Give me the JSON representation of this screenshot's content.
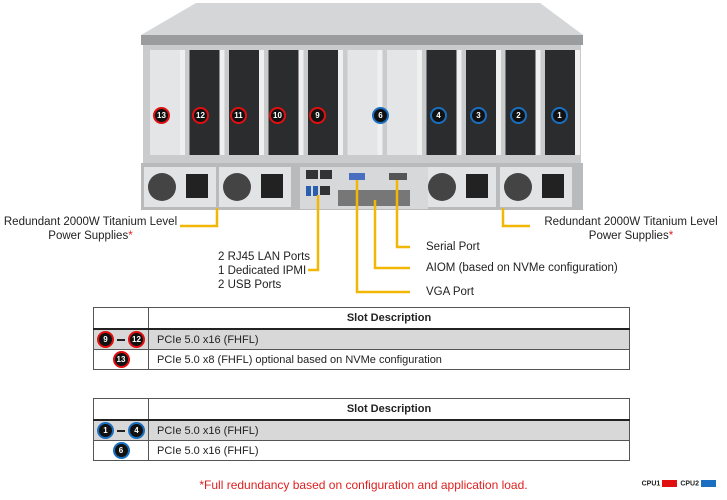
{
  "colors": {
    "cpu1": "#e01010",
    "cpu2": "#1a6fc0",
    "callout": "#f2b705"
  },
  "slots": [
    {
      "n": "13",
      "cpu": 1
    },
    {
      "n": "12",
      "cpu": 1
    },
    {
      "n": "11",
      "cpu": 1
    },
    {
      "n": "10",
      "cpu": 1
    },
    {
      "n": "9",
      "cpu": 1
    },
    {
      "n": "6",
      "cpu": 2
    },
    {
      "n": "4",
      "cpu": 2
    },
    {
      "n": "3",
      "cpu": 2
    },
    {
      "n": "2",
      "cpu": 2
    },
    {
      "n": "1",
      "cpu": 2
    }
  ],
  "callouts": {
    "psu_left": "Redundant 2000W Titanium Level",
    "psu_left2": "Power Supplies",
    "psu_right": "Redundant 2000W Titanium Level",
    "psu_right2": "Power Supplies",
    "star": "*",
    "lan1": "2 RJ45 LAN Ports",
    "lan2": "1 Dedicated IPMI",
    "lan3": "2 USB Ports",
    "serial": "Serial Port",
    "aiom": "AIOM (based on NVMe configuration)",
    "vga": "VGA Port"
  },
  "table1": {
    "header": "Slot Description",
    "rows": [
      {
        "from": "9",
        "dash": "–",
        "to": "12",
        "desc": "PCIe 5.0 x16 (FHFL)"
      },
      {
        "from": "13",
        "desc": "PCIe 5.0 x8 (FHFL) optional based on NVMe configuration"
      }
    ]
  },
  "table2": {
    "header": "Slot Description",
    "rows": [
      {
        "from": "1",
        "dash": "–",
        "to": "4",
        "desc": "PCIe 5.0 x16 (FHFL)"
      },
      {
        "from": "6",
        "desc": "PCIe 5.0 x16 (FHFL)"
      }
    ]
  },
  "footnote": "*Full redundancy based on configuration and application load.",
  "legend": {
    "cpu1": "CPU1",
    "cpu2": "CPU2"
  }
}
